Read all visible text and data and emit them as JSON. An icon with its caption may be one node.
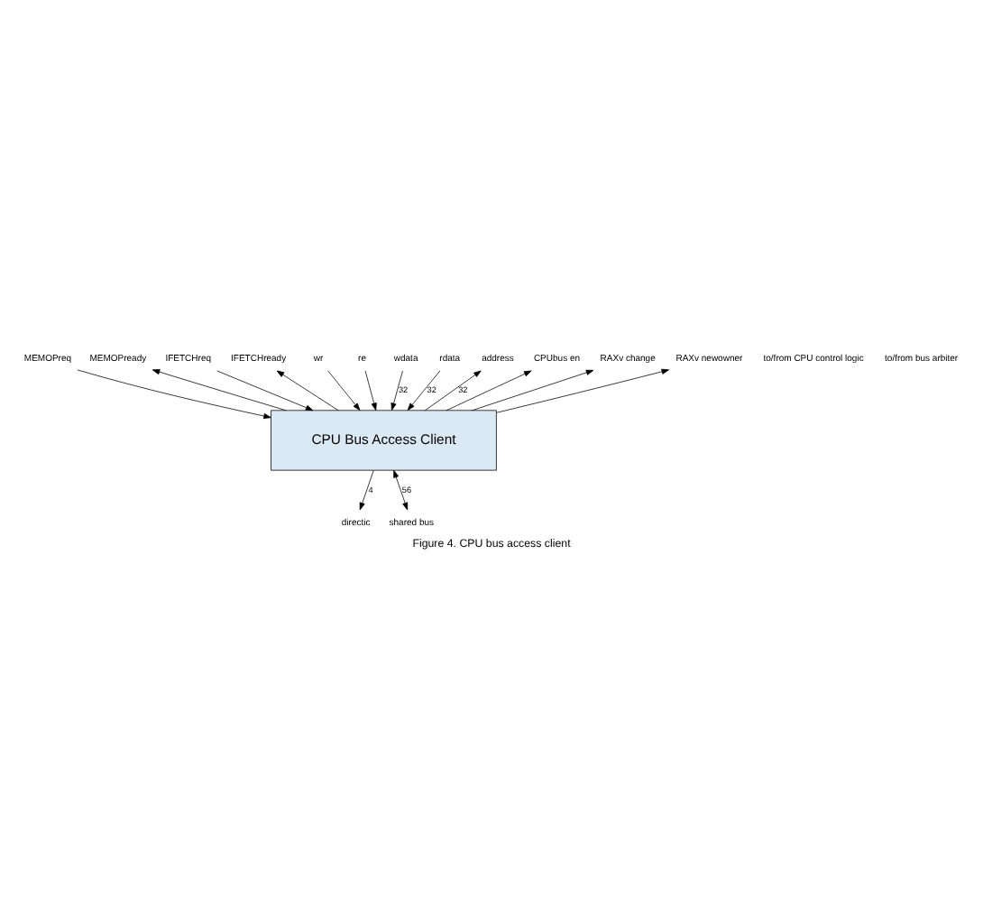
{
  "diagram": {
    "caption": "Figure 4. CPU bus access client",
    "nodes": [
      {
        "text": [
          "CPU Bus Access Client"
        ]
      },
      {
        "text": [
          "MEMOPreq"
        ]
      },
      {
        "text": [
          "MEMOPready"
        ]
      },
      {
        "text": [
          "IFETCHreq"
        ]
      },
      {
        "text": [
          "IFETCHready"
        ]
      },
      {
        "text": [
          "wr"
        ]
      },
      {
        "text": [
          "re"
        ]
      },
      {
        "text": [
          "wdata"
        ]
      },
      {
        "text": [
          "rdata"
        ]
      },
      {
        "text": [
          "address"
        ]
      },
      {
        "text": [
          "CPUbus en"
        ]
      },
      {
        "text": [
          "RAXv change"
        ]
      },
      {
        "text": [
          "RAXv newowner"
        ]
      },
      {
        "text": [
          "directic"
        ]
      },
      {
        "text": [
          "shared bus"
        ]
      }
    ],
    "edges": [
      {
        "from": 1,
        "to": 0,
        "arrow": "to"
      },
      {
        "from": 0,
        "to": 2,
        "arrow": "to"
      },
      {
        "from": 3,
        "to": 0,
        "arrow": "to"
      },
      {
        "from": 0,
        "to": 4,
        "arrow": "to"
      },
      {
        "from": 5,
        "to": 0,
        "arrow": "to"
      },
      {
        "from": 6,
        "to": 0,
        "arrow": "to"
      },
      {
        "from": 7,
        "to": 0,
        "arrow": "to",
        "label": "32"
      },
      {
        "from": 8,
        "to": 0,
        "arrow": "to",
        "label": "32"
      },
      {
        "from": 0,
        "to": 9,
        "arrow": "to",
        "label": "32"
      },
      {
        "from": 0,
        "to": 10,
        "arrow": "to"
      },
      {
        "from": 0,
        "to": 11,
        "arrow": "to"
      },
      {
        "from": 0,
        "to": 12,
        "arrow": "to"
      },
      {
        "from": 0,
        "to": 13,
        "arrow": "to",
        "label": "4"
      },
      {
        "from": 0,
        "to": 14,
        "arrow": "both",
        "label": "56"
      }
    ],
    "labels": [
      "to/from CPU control logic",
      "to/from bus arbiter"
    ]
  }
}
